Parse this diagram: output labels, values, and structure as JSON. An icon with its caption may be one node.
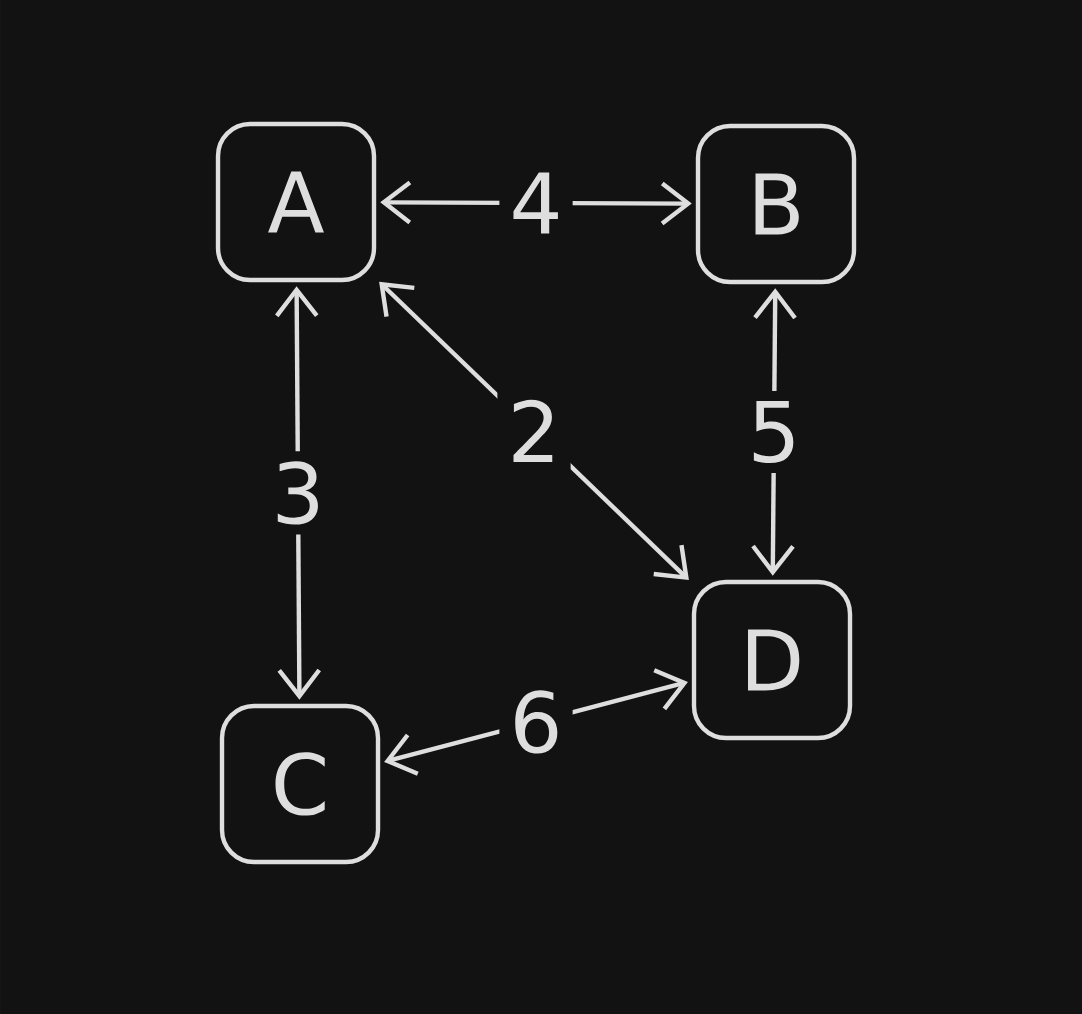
{
  "diagram": {
    "nodes": [
      {
        "text": [
          "A"
        ]
      },
      {
        "text": [
          "B"
        ]
      },
      {
        "text": [
          "C"
        ]
      },
      {
        "text": [
          "D"
        ]
      }
    ],
    "edges": [
      {
        "from": 0,
        "to": 1,
        "arrow": "both",
        "label": "4"
      },
      {
        "from": 0,
        "to": 2,
        "arrow": "both",
        "label": "3"
      },
      {
        "from": 0,
        "to": 3,
        "arrow": "both",
        "label": "2"
      },
      {
        "from": 1,
        "to": 3,
        "arrow": "both",
        "label": "5"
      },
      {
        "from": 2,
        "to": 3,
        "arrow": "both",
        "label": "6"
      }
    ]
  }
}
